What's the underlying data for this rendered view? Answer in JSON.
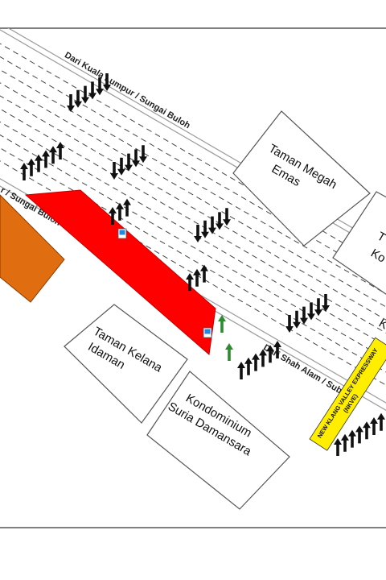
{
  "roads": {
    "north_label": "Dari Kuala Lumpur / Sungai Buloh",
    "west_label": "r / Sungai Buloh",
    "south_label": "Dari Shah Alam / Subang",
    "expressway_line1": "NEW KLANG VALLEY EXPRESSWAY",
    "expressway_line2": "(NKVE)"
  },
  "areas": {
    "taman_megah": [
      "Taman Megah",
      "Emas"
    ],
    "taman_kelana": [
      "Taman Kelana",
      "Idaman"
    ],
    "kondominium": [
      "Kondominium",
      "Suria Damansara"
    ],
    "partial_east_1": "Ko",
    "partial_east_2": "K",
    "partial_east_3": "T"
  },
  "colors": {
    "work_zone": "#ff0000",
    "building": "#e06d10",
    "expressway_sign": "#ffee00",
    "marker": "#1e88e5",
    "green_arrow": "#2e8b2e"
  },
  "icons": [
    "up-arrow-icon",
    "down-arrow-icon",
    "location-marker-icon"
  ]
}
